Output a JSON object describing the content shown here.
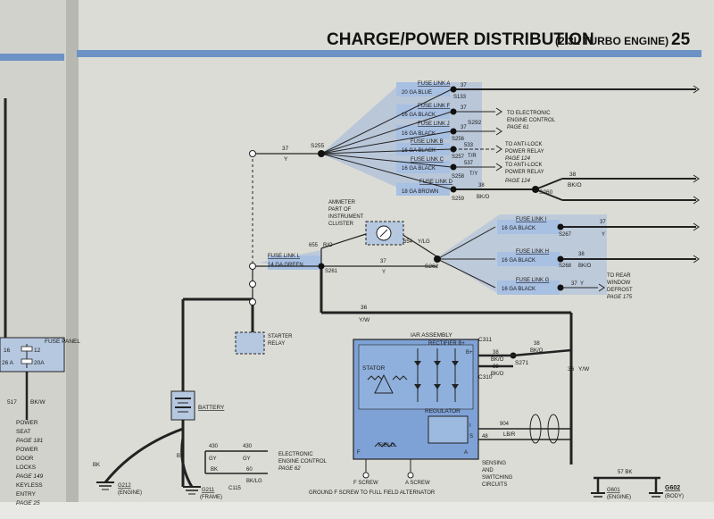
{
  "header": {
    "title": "CHARGE/POWER DISTRIBUTION",
    "subtitle": "(2.3L TURBO ENGINE)",
    "page_number": "25"
  },
  "left_column": {
    "fuse_panel_label": "FUSE PANEL",
    "fuse_16": "16",
    "fuse_12": "12",
    "fuse_26a": "26 A",
    "fuse_20a": "20A",
    "wire_517": "517",
    "wire_517_color": "BK/W",
    "notes": [
      "POWER",
      "SEAT",
      "PAGE 181",
      "POWER",
      "DOOR",
      "LOCKS",
      "PAGE 149",
      "KEYLESS",
      "ENTRY",
      "PAGE 25"
    ]
  },
  "fuse_links": [
    {
      "name": "FUSE LINK A",
      "gauge": "20 GA BLUE",
      "splice": "S133",
      "wire": "37",
      "color": ""
    },
    {
      "name": "FUSE LINK F",
      "gauge": "16 GA BLACK",
      "splice": "",
      "wire": "37",
      "color": ""
    },
    {
      "name": "FUSE LINK J",
      "gauge": "16 GA BLACK",
      "splice": "S256",
      "wire": "37",
      "color": ""
    },
    {
      "name": "FUSE LINK B",
      "gauge": "16 GA BLACK",
      "splice": "S257",
      "wire": "533",
      "color": "T/R"
    },
    {
      "name": "FUSE LINK C",
      "gauge": "16 GA BLACK",
      "splice": "S258",
      "wire": "537",
      "color": "T/Y"
    },
    {
      "name": "FUSE LINK D",
      "gauge": "18 GA BROWN",
      "splice": "S259",
      "wire": "38",
      "color": "BK/O"
    },
    {
      "name": "FUSE LINK I",
      "gauge": "16 GA BLACK",
      "splice": "S267",
      "wire": "37",
      "color": "Y"
    },
    {
      "name": "FUSE LINK H",
      "gauge": "16 GA BLACK",
      "splice": "S268",
      "wire": "38",
      "color": "BK/O"
    },
    {
      "name": "FUSE LINK G",
      "gauge": "16 GA BLACK",
      "splice": "",
      "wire": "37",
      "color": "Y"
    },
    {
      "name": "FUSE LINK L",
      "gauge": "14 GA GREEN",
      "splice": "S261",
      "wire": "37",
      "color": "Y"
    }
  ],
  "splices": {
    "s292": "S292",
    "s255": "S255",
    "s260": "S260",
    "s262": "S262",
    "s271": "S271",
    "wire_37": "37",
    "wire_y": "Y",
    "wire_38": "38",
    "wire_bko": "BK/O"
  },
  "destinations": {
    "electronic_engine_control": [
      "TO ELECTRONIC",
      "ENGINE CONTROL",
      "PAGE 61"
    ],
    "anti_lock_1": [
      "TO ANTI-LOCK",
      "POWER RELAY",
      "PAGE 124"
    ],
    "anti_lock_2": [
      "TO ANTI-LOCK",
      "POWER RELAY",
      "PAGE 124"
    ],
    "rear_defrost": [
      "TO REAR",
      "WINDOW",
      "DEFROST",
      "PAGE 175"
    ]
  },
  "ammeter": {
    "lines": [
      "AMMETER",
      "PART OF",
      "INSTRUMENT",
      "CLUSTER"
    ],
    "wire_655": "655",
    "wire_655_color": "R/O",
    "wire_654": "654",
    "wire_654_color": "Y/LG"
  },
  "starter_relay": {
    "lines": [
      "STARTER",
      "RELAY"
    ]
  },
  "battery": {
    "label": "BATTERY"
  },
  "harness": {
    "wire_36": "36",
    "wire_36_color": "Y/W",
    "wire_36b": "36",
    "wire_36b_color": "Y/W"
  },
  "alternator": {
    "iar_label": "IAR ASSEMBLY",
    "rectifier": "RECTIFIER B+",
    "c311": "C311",
    "c310": "C310",
    "stator": "STATOR",
    "regulator": "REGULATOR",
    "field": "FIELD",
    "b_plus": "B+",
    "i_term": "I",
    "s_term": "S",
    "a_term": "A",
    "f_term": "F",
    "wire_38a": "38",
    "wire_38a_color": "BK/O",
    "wire_38b": "38",
    "wire_38b_color": "BK/O",
    "wire_38c": "38",
    "wire_38c_color": "BK/O",
    "wire_904": "904",
    "wire_904_color": "LB/R",
    "wire_48": "48",
    "f_screw": "F SCREW",
    "a_screw": "A SCREW",
    "ground_note": "GROUND F SCREW TO FULL FIELD ALTERNATOR",
    "sensing": [
      "SENSING",
      "AND",
      "SWITCHING",
      "CIRCUITS"
    ]
  },
  "eec_connector": {
    "w430a": "430",
    "w430a_color": "GY",
    "w430b": "430",
    "w430b_color": "GY",
    "w60a": "60",
    "w60a_color": "BK",
    "w60b": "60",
    "w60b_color": "BK/LG",
    "c115": "C115",
    "lines": [
      "ELECTRONIC",
      "ENGINE CONTROL",
      "PAGE 62"
    ]
  },
  "grounds": {
    "bk1": "BK",
    "bk2": "BK",
    "g212": "G212",
    "g212_note": "(ENGINE)",
    "g211": "G211",
    "g211_note": "(FRAME)",
    "g601": "G601",
    "g601_note": "(ENGINE)",
    "g602": "G602",
    "g602_note": "(BODY)",
    "w57": "57 BK"
  }
}
